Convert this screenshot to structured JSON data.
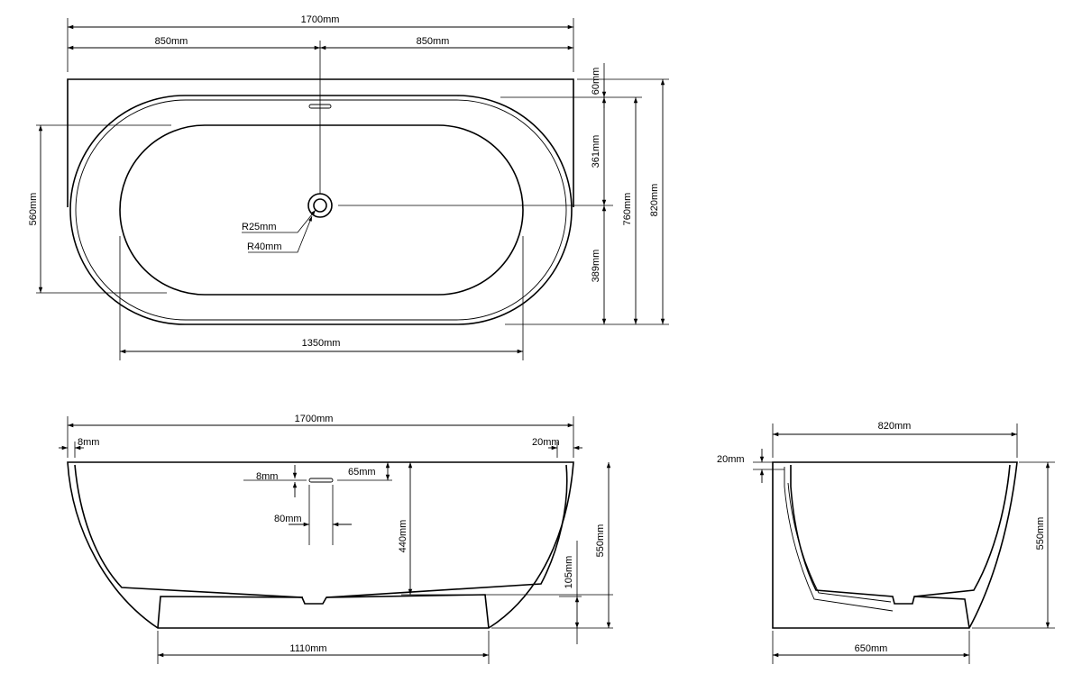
{
  "top_view": {
    "overall_length": "1700mm",
    "half_left": "850mm",
    "half_right": "850mm",
    "rim_back": "60mm",
    "to_drain": "361mm",
    "drain_to_front": "389mm",
    "inner_width": "760mm",
    "overall_width": "820mm",
    "basin_width": "560mm",
    "basin_length": "1350mm",
    "drain_inner_radius": "R25mm",
    "drain_outer_radius": "R40mm"
  },
  "side_view": {
    "overall_length": "1700mm",
    "left_rim": "8mm",
    "right_rim": "20mm",
    "overflow_height": "8mm",
    "overflow_depth": "65mm",
    "overflow_width": "80mm",
    "internal_depth": "440mm",
    "overall_height": "550mm",
    "base_height": "105mm",
    "base_length": "1110mm"
  },
  "end_view": {
    "overall_width": "820mm",
    "rim": "20mm",
    "overall_height": "550mm",
    "base_width": "650mm"
  }
}
